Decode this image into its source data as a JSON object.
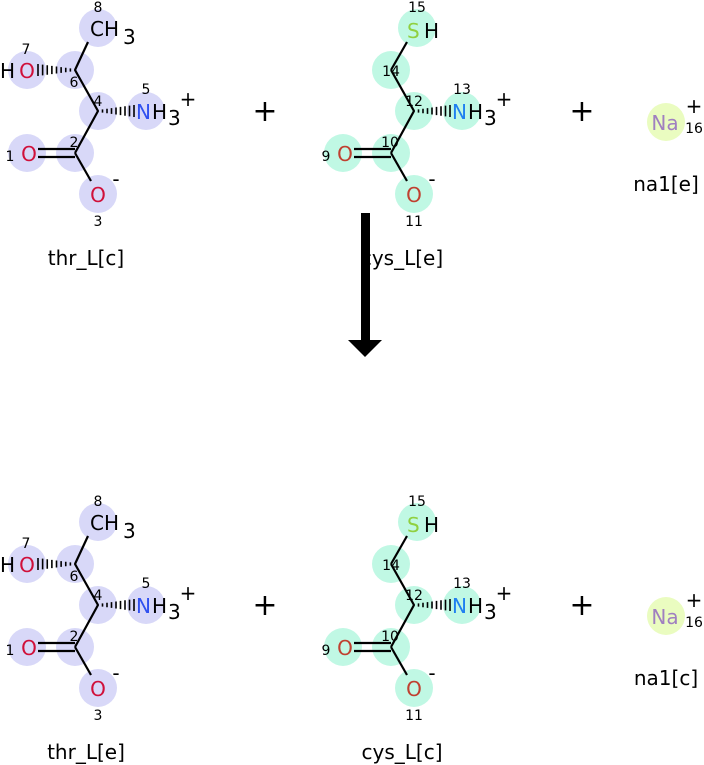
{
  "reaction": {
    "plus_sign": "+",
    "arrow_icon": "arrow-down",
    "reactants": [
      {
        "name": "thr_L[c]",
        "kind": "thr",
        "circle_color": "#d8d8f8",
        "o_color": "#d0103a",
        "n_color": "#3050f0",
        "atoms": {
          "methyl": {
            "label": "CH",
            "sub": "3",
            "num": "8"
          },
          "c6": {
            "num": "6"
          },
          "hydroxyl": {
            "label": "HO",
            "num": "7"
          },
          "c4": {
            "num": "4"
          },
          "amine": {
            "label": "NH",
            "sub": "3",
            "charge": "+",
            "num": "5"
          },
          "c2": {
            "num": "2"
          },
          "o_double": {
            "label": "O",
            "num": "1"
          },
          "o_minus": {
            "label": "O",
            "charge": "-",
            "num": "3"
          }
        }
      },
      {
        "name": "cys_L[e]",
        "kind": "cys",
        "circle_color": "#c0f8e4",
        "o_color": "#c04030",
        "n_color": "#2080f0",
        "s_color": "#90d040",
        "atoms": {
          "methyl": {
            "label": "SH",
            "num": "15"
          },
          "c6": {
            "num": "14"
          },
          "c4": {
            "num": "12"
          },
          "amine": {
            "label": "NH",
            "sub": "3",
            "charge": "+",
            "num": "13"
          },
          "c2": {
            "num": "10"
          },
          "o_double": {
            "label": "O",
            "num": "9"
          },
          "o_minus": {
            "label": "O",
            "charge": "-",
            "num": "11"
          }
        }
      },
      {
        "name": "na1[e]",
        "kind": "na",
        "circle_color": "#eafcc0",
        "label": "Na",
        "label_color": "#a080c0",
        "charge": "+",
        "num": "16"
      }
    ],
    "products": [
      {
        "name": "thr_L[e]",
        "kind": "thr",
        "circle_color": "#d8d8f8",
        "o_color": "#d0103a",
        "n_color": "#3050f0",
        "atoms": {
          "methyl": {
            "label": "CH",
            "sub": "3",
            "num": "8"
          },
          "c6": {
            "num": "6"
          },
          "hydroxyl": {
            "label": "HO",
            "num": "7"
          },
          "c4": {
            "num": "4"
          },
          "amine": {
            "label": "NH",
            "sub": "3",
            "charge": "+",
            "num": "5"
          },
          "c2": {
            "num": "2"
          },
          "o_double": {
            "label": "O",
            "num": "1"
          },
          "o_minus": {
            "label": "O",
            "charge": "-",
            "num": "3"
          }
        }
      },
      {
        "name": "cys_L[c]",
        "kind": "cys",
        "circle_color": "#c0f8e4",
        "o_color": "#c04030",
        "n_color": "#2080f0",
        "s_color": "#90d040",
        "atoms": {
          "methyl": {
            "label": "SH",
            "num": "15"
          },
          "c6": {
            "num": "14"
          },
          "c4": {
            "num": "12"
          },
          "amine": {
            "label": "NH",
            "sub": "3",
            "charge": "+",
            "num": "13"
          },
          "c2": {
            "num": "10"
          },
          "o_double": {
            "label": "O",
            "num": "9"
          },
          "o_minus": {
            "label": "O",
            "charge": "-",
            "num": "11"
          }
        }
      },
      {
        "name": "na1[c]",
        "kind": "na",
        "circle_color": "#eafcc0",
        "label": "Na",
        "label_color": "#a080c0",
        "charge": "+",
        "num": "16"
      }
    ]
  }
}
